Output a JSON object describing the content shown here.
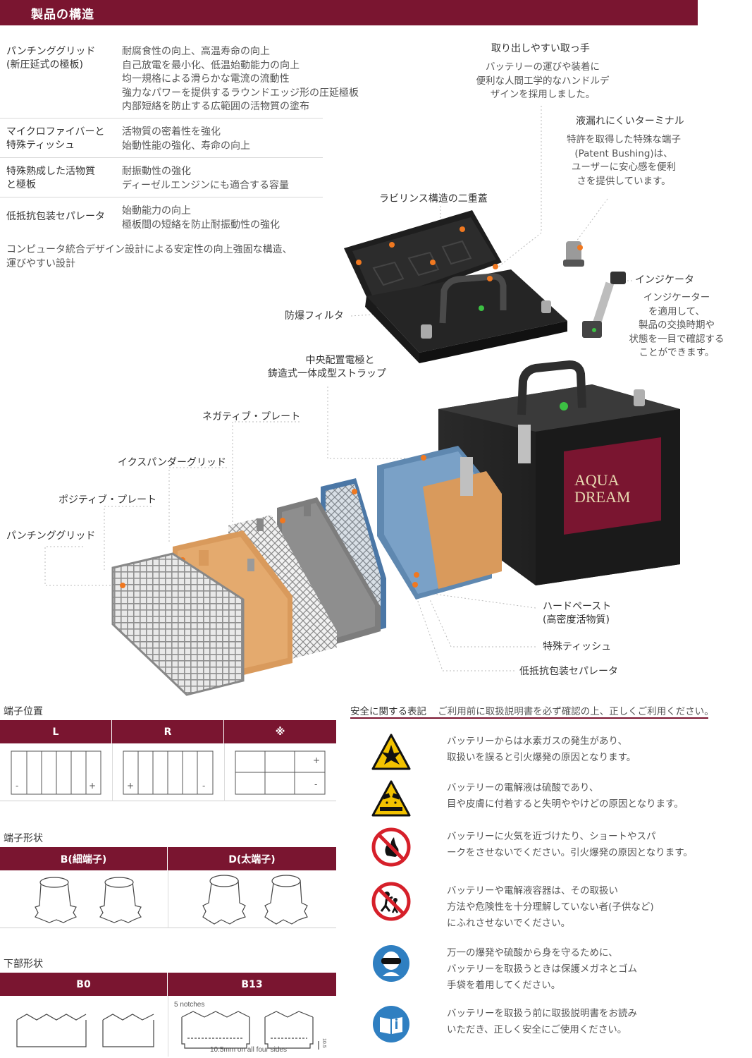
{
  "header": {
    "title": "製品の構造"
  },
  "features": [
    {
      "name": [
        "パンチンググリッド",
        "(新圧延式の極板)"
      ],
      "desc": [
        "耐腐食性の向上、高温寿命の向上",
        "自己放電を最小化、低温始動能力の向上",
        "均一規格による滑らかな電流の流動性",
        "強力なパワーを提供するラウンドエッジ形の圧延極板",
        "内部短絡を防止する広範囲の活物質の塗布"
      ]
    },
    {
      "name": [
        "マイクロファイバーと",
        "特殊ティッシュ"
      ],
      "desc": [
        "活物質の密着性を強化",
        "始動性能の強化、寿命の向上"
      ]
    },
    {
      "name": [
        "特殊熟成した活物質",
        "と極板"
      ],
      "desc": [
        "耐振動性の強化",
        "ディーゼルエンジンにも適合する容量"
      ]
    },
    {
      "name": [
        "低抵抗包装セパレータ"
      ],
      "desc": [
        "始動能力の向上",
        "極板間の短絡を防止耐振動性の強化"
      ]
    }
  ],
  "design_note": [
    "コンピュータ統合デザイン設計による安定性の向上強固な構造、",
    "運びやすい設計"
  ],
  "callouts": {
    "handle": {
      "title": "取り出しやすい取っ手",
      "body": [
        "バッテリーの運びや装着に",
        "便利な人間工学的なハンドルデ",
        "ザインを採用しました。"
      ]
    },
    "terminal": {
      "title": "液漏れにくいターミナル",
      "body": [
        "特許を取得した特殊な端子",
        "(Patent Bushing)は、",
        "ユーザーに安心感を便利",
        "さを提供しています。"
      ]
    },
    "indicator": {
      "title": "インジケータ",
      "body": [
        "インジケーター",
        "を適用して、",
        "製品の交換時期や",
        "状態を一目で確認する",
        "ことができます。"
      ]
    },
    "labyrinth": "ラビリンス構造の二重蓋",
    "explosion_filter": "防爆フィルタ",
    "center_electrode": [
      "中央配置電極と",
      "鋳造式一体成型ストラップ"
    ],
    "negative_plate": "ネガティブ・プレート",
    "expander_grid": "イクスパンダーグリッド",
    "positive_plate": "ポジティブ・プレート",
    "punching_grid": "パンチンググリッド",
    "hard_paste": [
      "ハードペースト",
      "(高密度活物質)"
    ],
    "special_tissue": "特殊ティッシュ",
    "separator": "低抵抗包装セパレータ"
  },
  "battery_label": {
    "brand_line1": "AQUA",
    "brand_line2": "DREAM"
  },
  "terminal_position": {
    "label": "端子位置",
    "columns": [
      "L",
      "R",
      "※"
    ],
    "l_marks": [
      "-",
      "+"
    ],
    "r_marks": [
      "+",
      "-"
    ],
    "x_marks": [
      "+",
      "-"
    ]
  },
  "terminal_shape": {
    "label": "端子形状",
    "columns": [
      "B(細端子)",
      "D(太端子)"
    ]
  },
  "bottom_shape": {
    "label": "下部形状",
    "columns": [
      "B0",
      "B13"
    ],
    "notches": "5 notches",
    "sides": "10.5mm on all four sides",
    "dim": "10.5"
  },
  "safety": {
    "title": "安全に関する表記",
    "note": "ご利用前に取扱説明書を必ず確認の上、正しくご利用ください。",
    "items": [
      {
        "icon": "explosion-warning-icon",
        "text": [
          "バッテリーからは水素ガスの発生があり、",
          "取扱いを誤ると引火爆発の原因となります。"
        ]
      },
      {
        "icon": "corrosive-warning-icon",
        "text": [
          "バッテリーの電解液は硫酸であり、",
          "目や皮膚に付着すると失明ややけどの原因となります。"
        ]
      },
      {
        "icon": "no-fire-icon",
        "text": [
          "バッテリーに火気を近づけたり、ショートやスパ",
          "ークをさせないでください。引火爆発の原因となります。"
        ]
      },
      {
        "icon": "keep-away-children-icon",
        "text": [
          "バッテリーや電解液容器は、その取扱い",
          "方法や危険性を十分理解していない者(子供など)",
          "にふれさせないでください。"
        ]
      },
      {
        "icon": "wear-goggles-icon",
        "text": [
          "万一の爆発や硫酸から身を守るために、",
          "バッテリーを取扱うときは保護メガネとゴム",
          "手袋を着用してください。"
        ]
      },
      {
        "icon": "read-manual-icon",
        "text": [
          "バッテリーを取扱う前に取扱説明書をお読み",
          "いただき、正しく安全にご使用ください。"
        ]
      }
    ]
  },
  "colors": {
    "brand": "#7a1530",
    "safety_yellow": "#f2c200",
    "prohibit_red": "#d6202a",
    "mandatory_blue": "#2f7fc1"
  }
}
